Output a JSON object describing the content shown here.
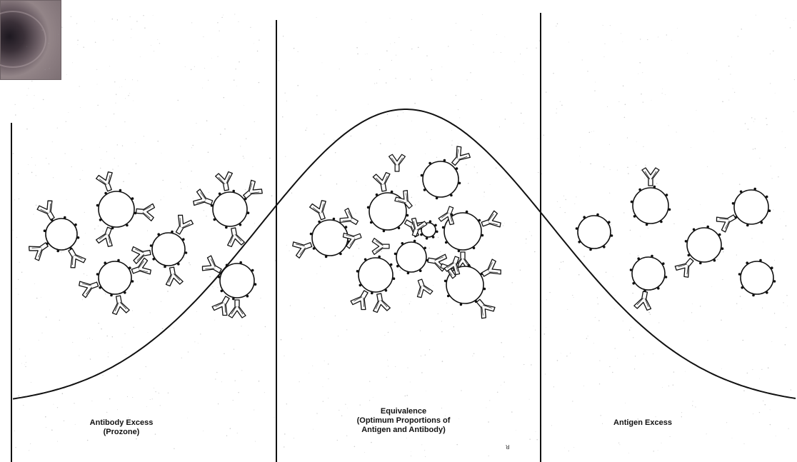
{
  "zones": [
    {
      "id": "antibody-excess",
      "lines": [
        "Antibody Excess",
        "(Prozone)"
      ]
    },
    {
      "id": "equivalence",
      "lines": [
        "Equivalence",
        "(Optimum Proportions of",
        "Antigen and Antibody)"
      ]
    },
    {
      "id": "antigen-excess",
      "lines": [
        "Antigen Excess"
      ]
    }
  ],
  "figure_mark": "ꓤ",
  "colors": {
    "ink": "#111111",
    "thumbnail_dark": "#1d1820",
    "thumbnail_light": "#938588"
  },
  "icons": {
    "thumbnail": "precipitin-ring-plate-icon",
    "antigen": "antigen-particle-icon",
    "antibody": "y-shaped-antibody-icon"
  }
}
